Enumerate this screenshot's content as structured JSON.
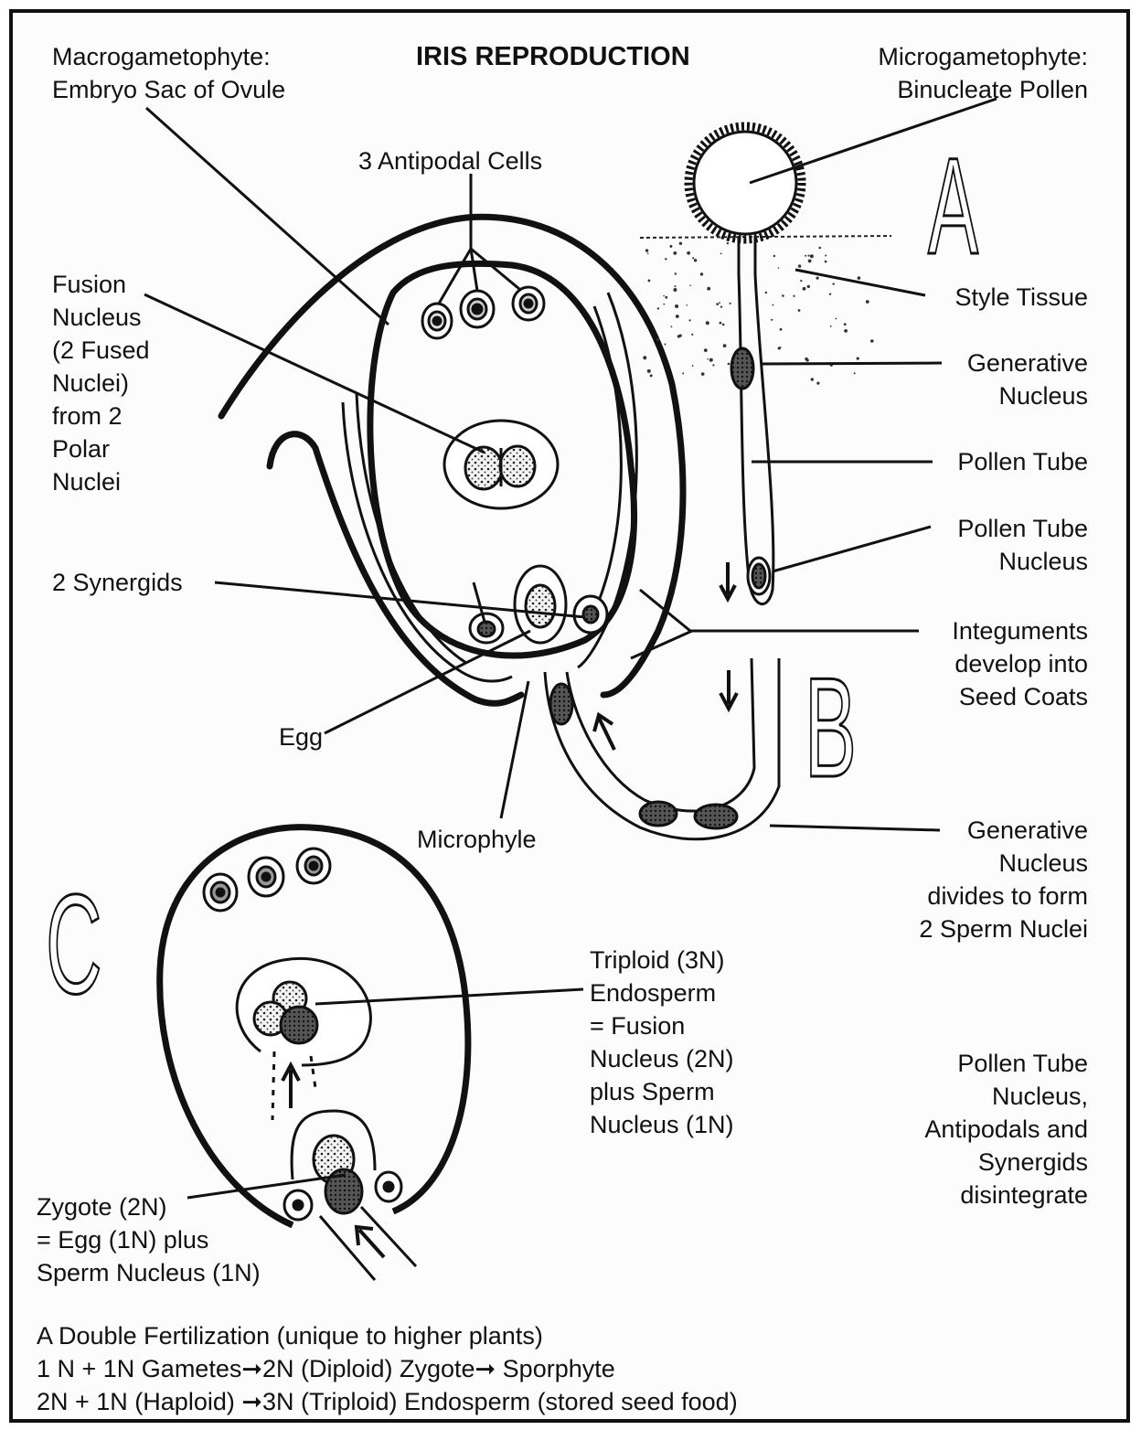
{
  "title": "IRIS REPRODUCTION",
  "panel_letters": {
    "a": "A",
    "b": "B",
    "c": "C"
  },
  "labels": {
    "macro": "Macrogametophyte:\nEmbryo Sac of Ovule",
    "micro": "Microgametophyte:\nBinucleate Pollen",
    "antipodal": "3 Antipodal Cells",
    "fusion": "Fusion\nNucleus\n(2 Fused\nNuclei)\nfrom 2\nPolar\nNuclei",
    "style": "Style Tissue",
    "generative": "Generative\nNucleus",
    "pollen_tube": "Pollen Tube",
    "pt_nucleus": "Pollen Tube\nNucleus",
    "synergids": "2 Synergids",
    "integuments": "Integuments\ndevelop into\nSeed Coats",
    "egg": "Egg",
    "microphyle": "Microphyle",
    "gen_divides": "Generative\nNucleus\ndivides to form\n2 Sperm Nuclei",
    "triploid": "Triploid (3N)\nEndosperm\n= Fusion\nNucleus (2N)\nplus Sperm\nNucleus (1N)",
    "disintegrate": "Pollen Tube\nNucleus,\nAntipodals and\nSynergids\ndisintegrate",
    "zygote": "Zygote (2N)\n= Egg (1N) plus\nSperm Nucleus (1N)"
  },
  "footer": {
    "line1": "A Double Fertilization (unique to higher plants)",
    "line2": "1 N + 1N Gametes➞2N (Diploid) Zygote➞  Sporphyte",
    "line3": "2N + 1N (Haploid) ➞3N (Triploid) Endosperm (stored seed food)"
  }
}
